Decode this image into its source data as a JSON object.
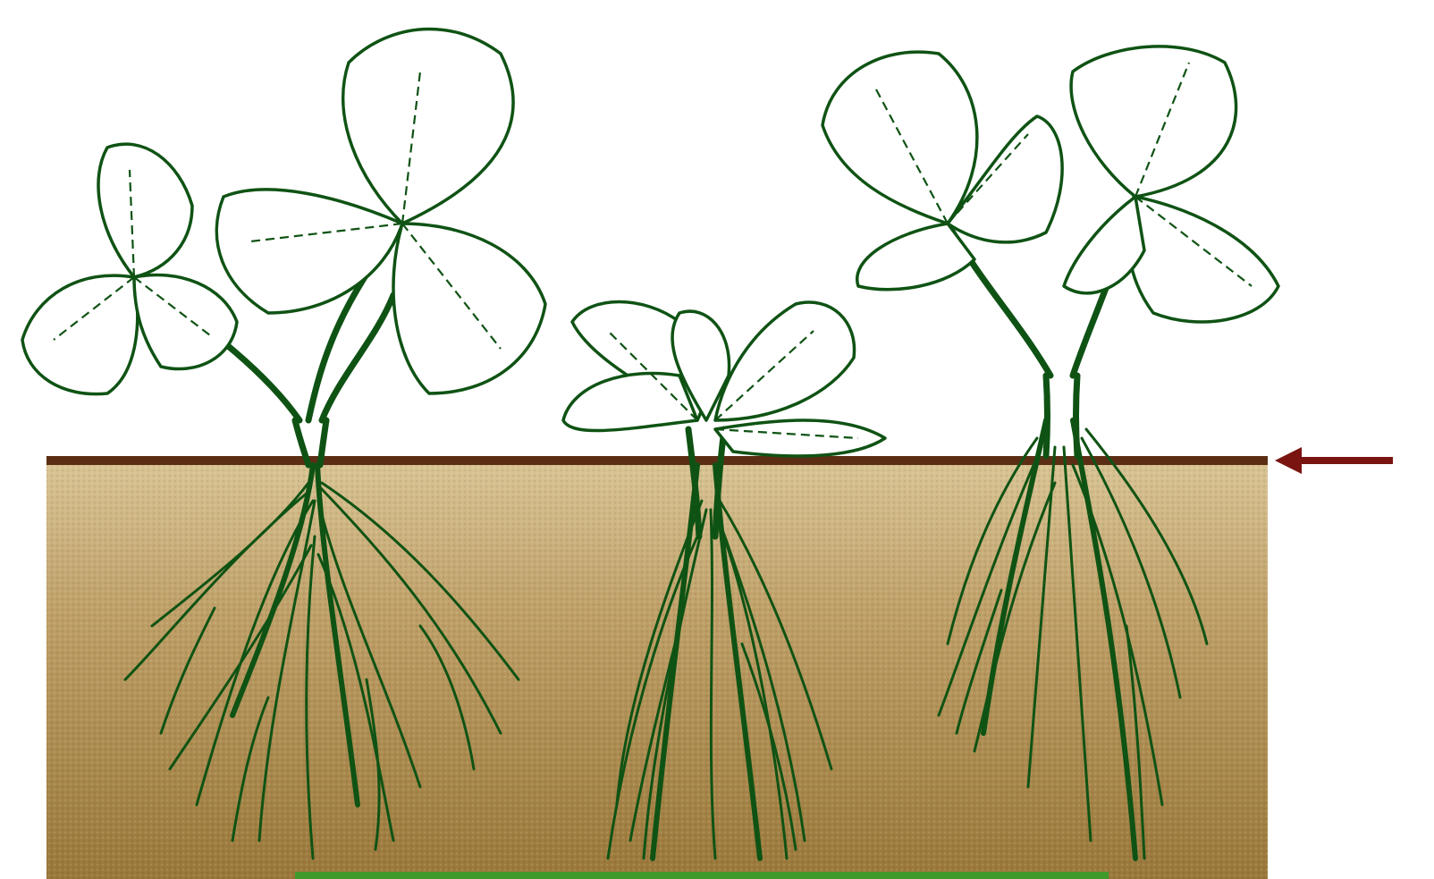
{
  "colors": {
    "soil_top": "#cdb789",
    "soil_bottom": "#9c7a3a",
    "soil_surface": "#5b2e13",
    "foliage": "#0f5314",
    "arrow": "#7a1410",
    "base_strip": "#3f9a2c"
  },
  "diagram": {
    "description_labels": [],
    "plants": [
      {
        "id": "plant-left",
        "crown_position": "above-soil-line"
      },
      {
        "id": "plant-middle",
        "crown_position": "below-soil-line"
      },
      {
        "id": "plant-right",
        "crown_position": "at-soil-line"
      }
    ],
    "indicator": "arrow-pointing-left-at-soil-line"
  }
}
